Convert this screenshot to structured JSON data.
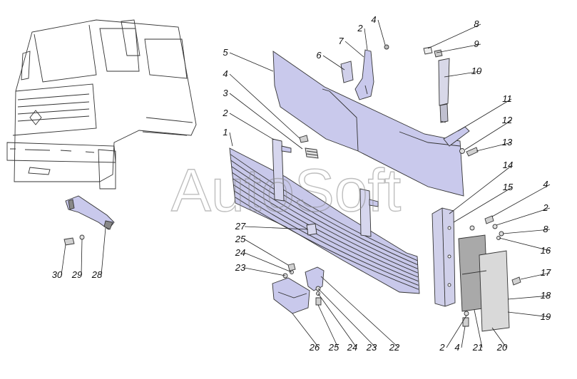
{
  "watermark": "AutoSoft",
  "colors": {
    "panel": "#c9c9ec",
    "panel_dark": "#9c9cd0",
    "grille": "#c8c8ea",
    "hardware": "#b8b8e2",
    "seal": "#d9d9d9",
    "seal_dark": "#a9a9a9",
    "line": "#333333"
  },
  "callouts": [
    {
      "text": "1"
    },
    {
      "text": "2"
    },
    {
      "text": "3"
    },
    {
      "text": "4"
    },
    {
      "text": "5"
    },
    {
      "text": "4"
    },
    {
      "text": "2"
    },
    {
      "text": "6"
    },
    {
      "text": "7"
    },
    {
      "text": "8"
    },
    {
      "text": "9"
    },
    {
      "text": "10"
    },
    {
      "text": "11"
    },
    {
      "text": "12"
    },
    {
      "text": "13"
    },
    {
      "text": "14"
    },
    {
      "text": "15"
    },
    {
      "text": "4"
    },
    {
      "text": "2"
    },
    {
      "text": "8"
    },
    {
      "text": "16"
    },
    {
      "text": "17"
    },
    {
      "text": "18"
    },
    {
      "text": "19"
    },
    {
      "text": "27"
    },
    {
      "text": "25"
    },
    {
      "text": "24"
    },
    {
      "text": "23"
    },
    {
      "text": "30"
    },
    {
      "text": "29"
    },
    {
      "text": "28"
    },
    {
      "text": "26"
    },
    {
      "text": "25"
    },
    {
      "text": "24"
    },
    {
      "text": "23"
    },
    {
      "text": "22"
    },
    {
      "text": "2"
    },
    {
      "text": "4"
    },
    {
      "text": "21"
    },
    {
      "text": "20"
    }
  ]
}
